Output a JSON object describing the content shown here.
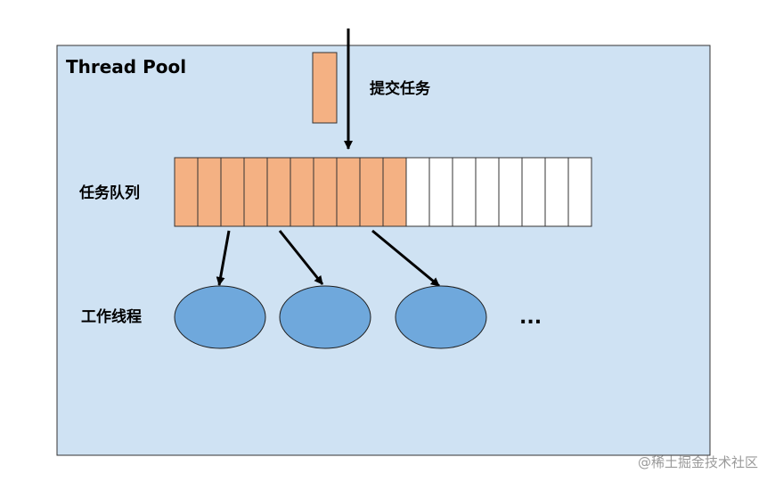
{
  "colors": {
    "pool_background": "#cfe2f3",
    "pool_border": "#333333",
    "task_fill": "#f4b183",
    "empty_slot_fill": "#ffffff",
    "worker_fill": "#6fa8dc",
    "worker_stroke": "#1f1f1f",
    "arrow": "#000000",
    "watermark_text": "#9a9a9a"
  },
  "diagram": {
    "title": "Thread Pool",
    "submit_label": "提交任务",
    "queue_label": "任务队列",
    "workers_label": "工作线程",
    "ellipsis": "...",
    "queue": {
      "total_slots": 18,
      "filled_slots": 10
    },
    "workers": {
      "count": 3
    }
  },
  "watermark": {
    "text": "@稀土掘金技术社区"
  }
}
